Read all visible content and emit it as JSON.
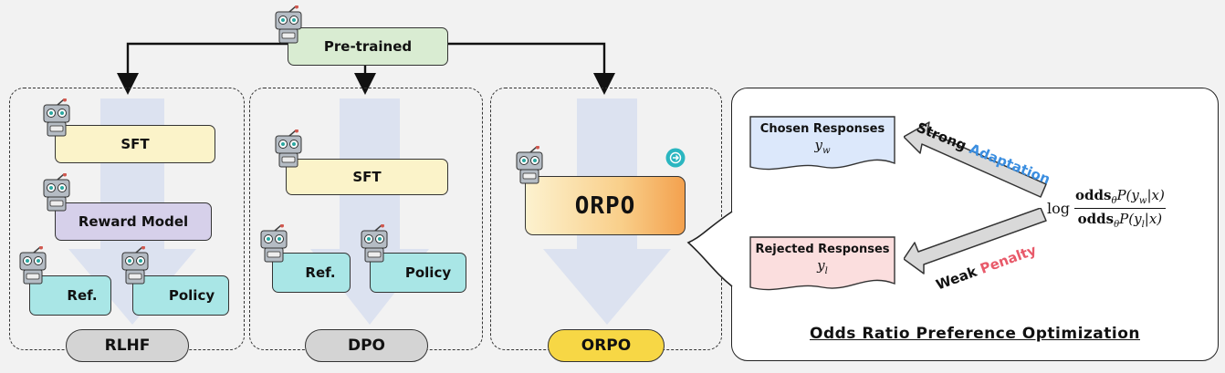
{
  "top": {
    "label": "Pre-trained"
  },
  "rlhf": {
    "sft": "SFT",
    "reward": "Reward Model",
    "ref": "Ref.",
    "policy": "Policy",
    "pill": "RLHF"
  },
  "dpo": {
    "sft": "SFT",
    "ref": "Ref.",
    "policy": "Policy",
    "pill": "DPO"
  },
  "orpo": {
    "box": "ORPO",
    "pill": "ORPO"
  },
  "right": {
    "chosen_label": "Chosen Responses",
    "chosen_var": "y",
    "chosen_sub": "w",
    "rejected_label": "Rejected Responses",
    "rejected_var": "y",
    "rejected_sub": "l",
    "strong": "Strong",
    "adaptation": "Adaptation",
    "weak": "Weak",
    "penalty": "Penalty",
    "log": "log",
    "odds": "odds",
    "theta": "θ",
    "p_open": "P(y",
    "num_sub": "w",
    "den_sub": "l",
    "p_close": "|x)",
    "title": "Odds Ratio Preference Optimization"
  },
  "colors": {
    "green": "#d9ecd2",
    "yellow": "#fbf3c9",
    "purple": "#d6d0ea",
    "cyan": "#a9e6e6",
    "gray_pill": "#d4d4d4",
    "orpo_pill": "#f7d745",
    "blue_doc": "#dce8fb",
    "red_doc": "#fbdede",
    "adaptation": "#3b8ee0",
    "penalty": "#e85a6a",
    "teal_icon": "#2bb6c0"
  }
}
